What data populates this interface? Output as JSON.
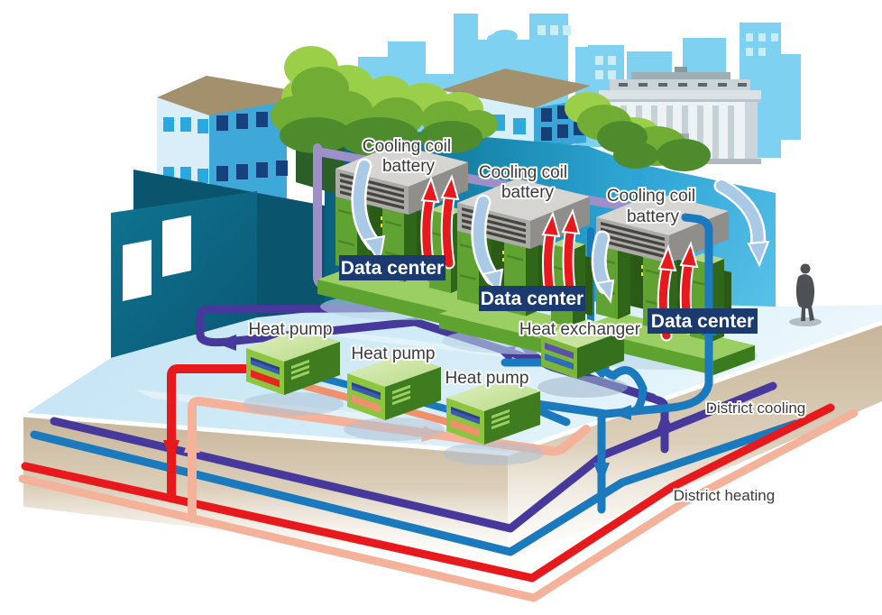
{
  "labels": {
    "cooling_coil_line1": "Cooling coil",
    "cooling_coil_line2": "battery",
    "data_center": "Data center",
    "heat_pump": "Heat pump",
    "heat_exchanger": "Heat exchanger",
    "district_cooling": "District cooling",
    "district_heating": "District heating"
  },
  "colors": {
    "label_box_navy": "#1b3a70",
    "pipe_district_purple": "#46399b",
    "pipe_district_blue": "#1b79bd",
    "pipe_district_red": "#e8191d",
    "pipe_district_salmon": "#f5b29b",
    "pipe_condenser_lavender": "#9d8fc8",
    "hot_air_arrow_red": "#e8191d",
    "cool_air_arrow_blue": "#a9c9e7",
    "equipment_green": "#8cc63f",
    "wall_teal": "#0e6e8c",
    "wall_bright_blue": "#3fb3e0",
    "floor_light_blue": "#cfe9f6",
    "ground_tan": "#c9b79c",
    "skyline_blue": "#7ed1f1",
    "battery_gray": "#adaba8",
    "text_dark": "#3a3a3a"
  }
}
